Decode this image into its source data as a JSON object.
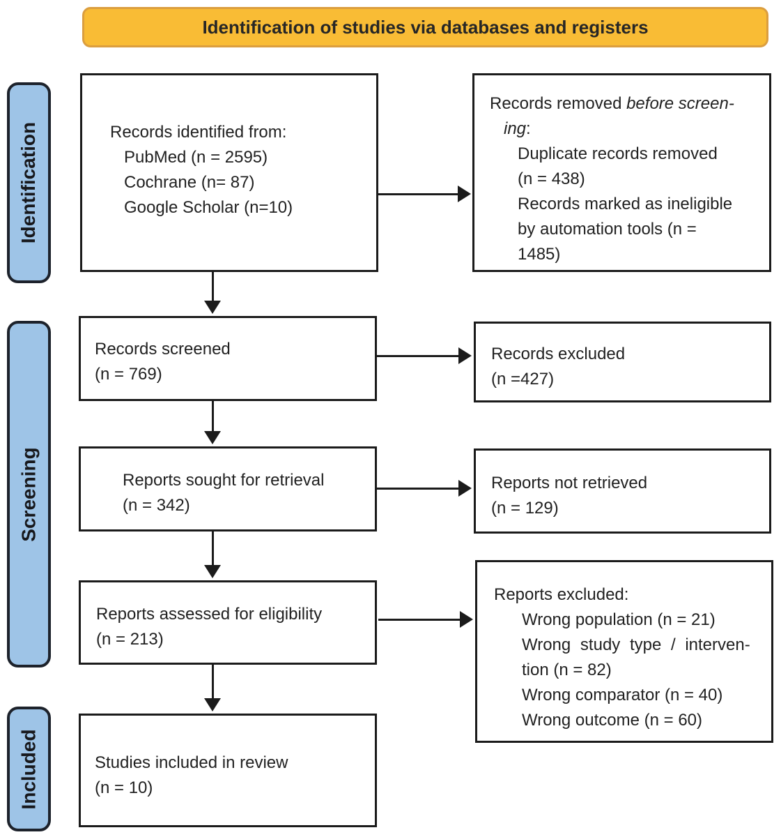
{
  "banner": {
    "title": "Identification of studies via databases and registers"
  },
  "stages": {
    "identification": "Identification",
    "screening": "Screening",
    "included": "Included"
  },
  "boxes": {
    "records_identified": {
      "title": "Records identified from:",
      "items": [
        "PubMed (n = 2595)",
        "Cochrane (n= 87)",
        "Google Scholar (n=10)"
      ]
    },
    "records_removed": {
      "line1_normal": "Records removed ",
      "line1_italic": "before screen-",
      "line2_italic": "ing",
      "line2_suffix": ":",
      "item_lines": [
        "Duplicate records removed",
        "(n = 438)",
        "Records marked as ineligible",
        "by automation tools (n =",
        "1485)"
      ]
    },
    "records_screened": {
      "lines": [
        "Records screened",
        "(n = 769)"
      ]
    },
    "records_excluded": {
      "lines": [
        "Records excluded",
        "(n =427)"
      ]
    },
    "reports_sought": {
      "lines": [
        "Reports sought for retrieval",
        "(n = 342)"
      ]
    },
    "reports_not_retrieved": {
      "lines": [
        "Reports not retrieved",
        "(n = 129)"
      ]
    },
    "reports_assessed": {
      "lines": [
        "Reports assessed for eligibility",
        "(n = 213)"
      ]
    },
    "reports_excluded": {
      "title": "Reports excluded:",
      "item_lines": [
        "Wrong population (n = 21)",
        "Wrong study type / interven-",
        "tion (n = 82)",
        "Wrong comparator (n = 40)",
        "Wrong outcome (n = 60)"
      ]
    },
    "studies_included": {
      "lines": [
        "Studies included in review",
        "(n = 10)"
      ]
    }
  },
  "colors": {
    "banner_fill": "#F9BC35",
    "banner_border": "#DB9E3F",
    "stage_fill": "#9EC4E7",
    "stage_border": "#1D222B",
    "box_border": "#1B1B1B",
    "text": "#212121"
  }
}
